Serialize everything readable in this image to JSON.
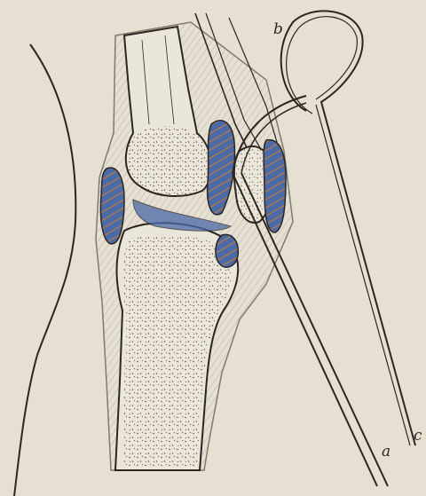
{
  "figure": {
    "labels": {
      "a": "a",
      "b": "b",
      "c": "c"
    },
    "colors": {
      "paper": "#e6e0d2",
      "ink": "#2b2622",
      "bone": "#ebe6da",
      "synovial_blue": "#4a6aa8",
      "synovial_orange": "#b87a45",
      "soft_tissue": "#ddd6c6"
    }
  }
}
